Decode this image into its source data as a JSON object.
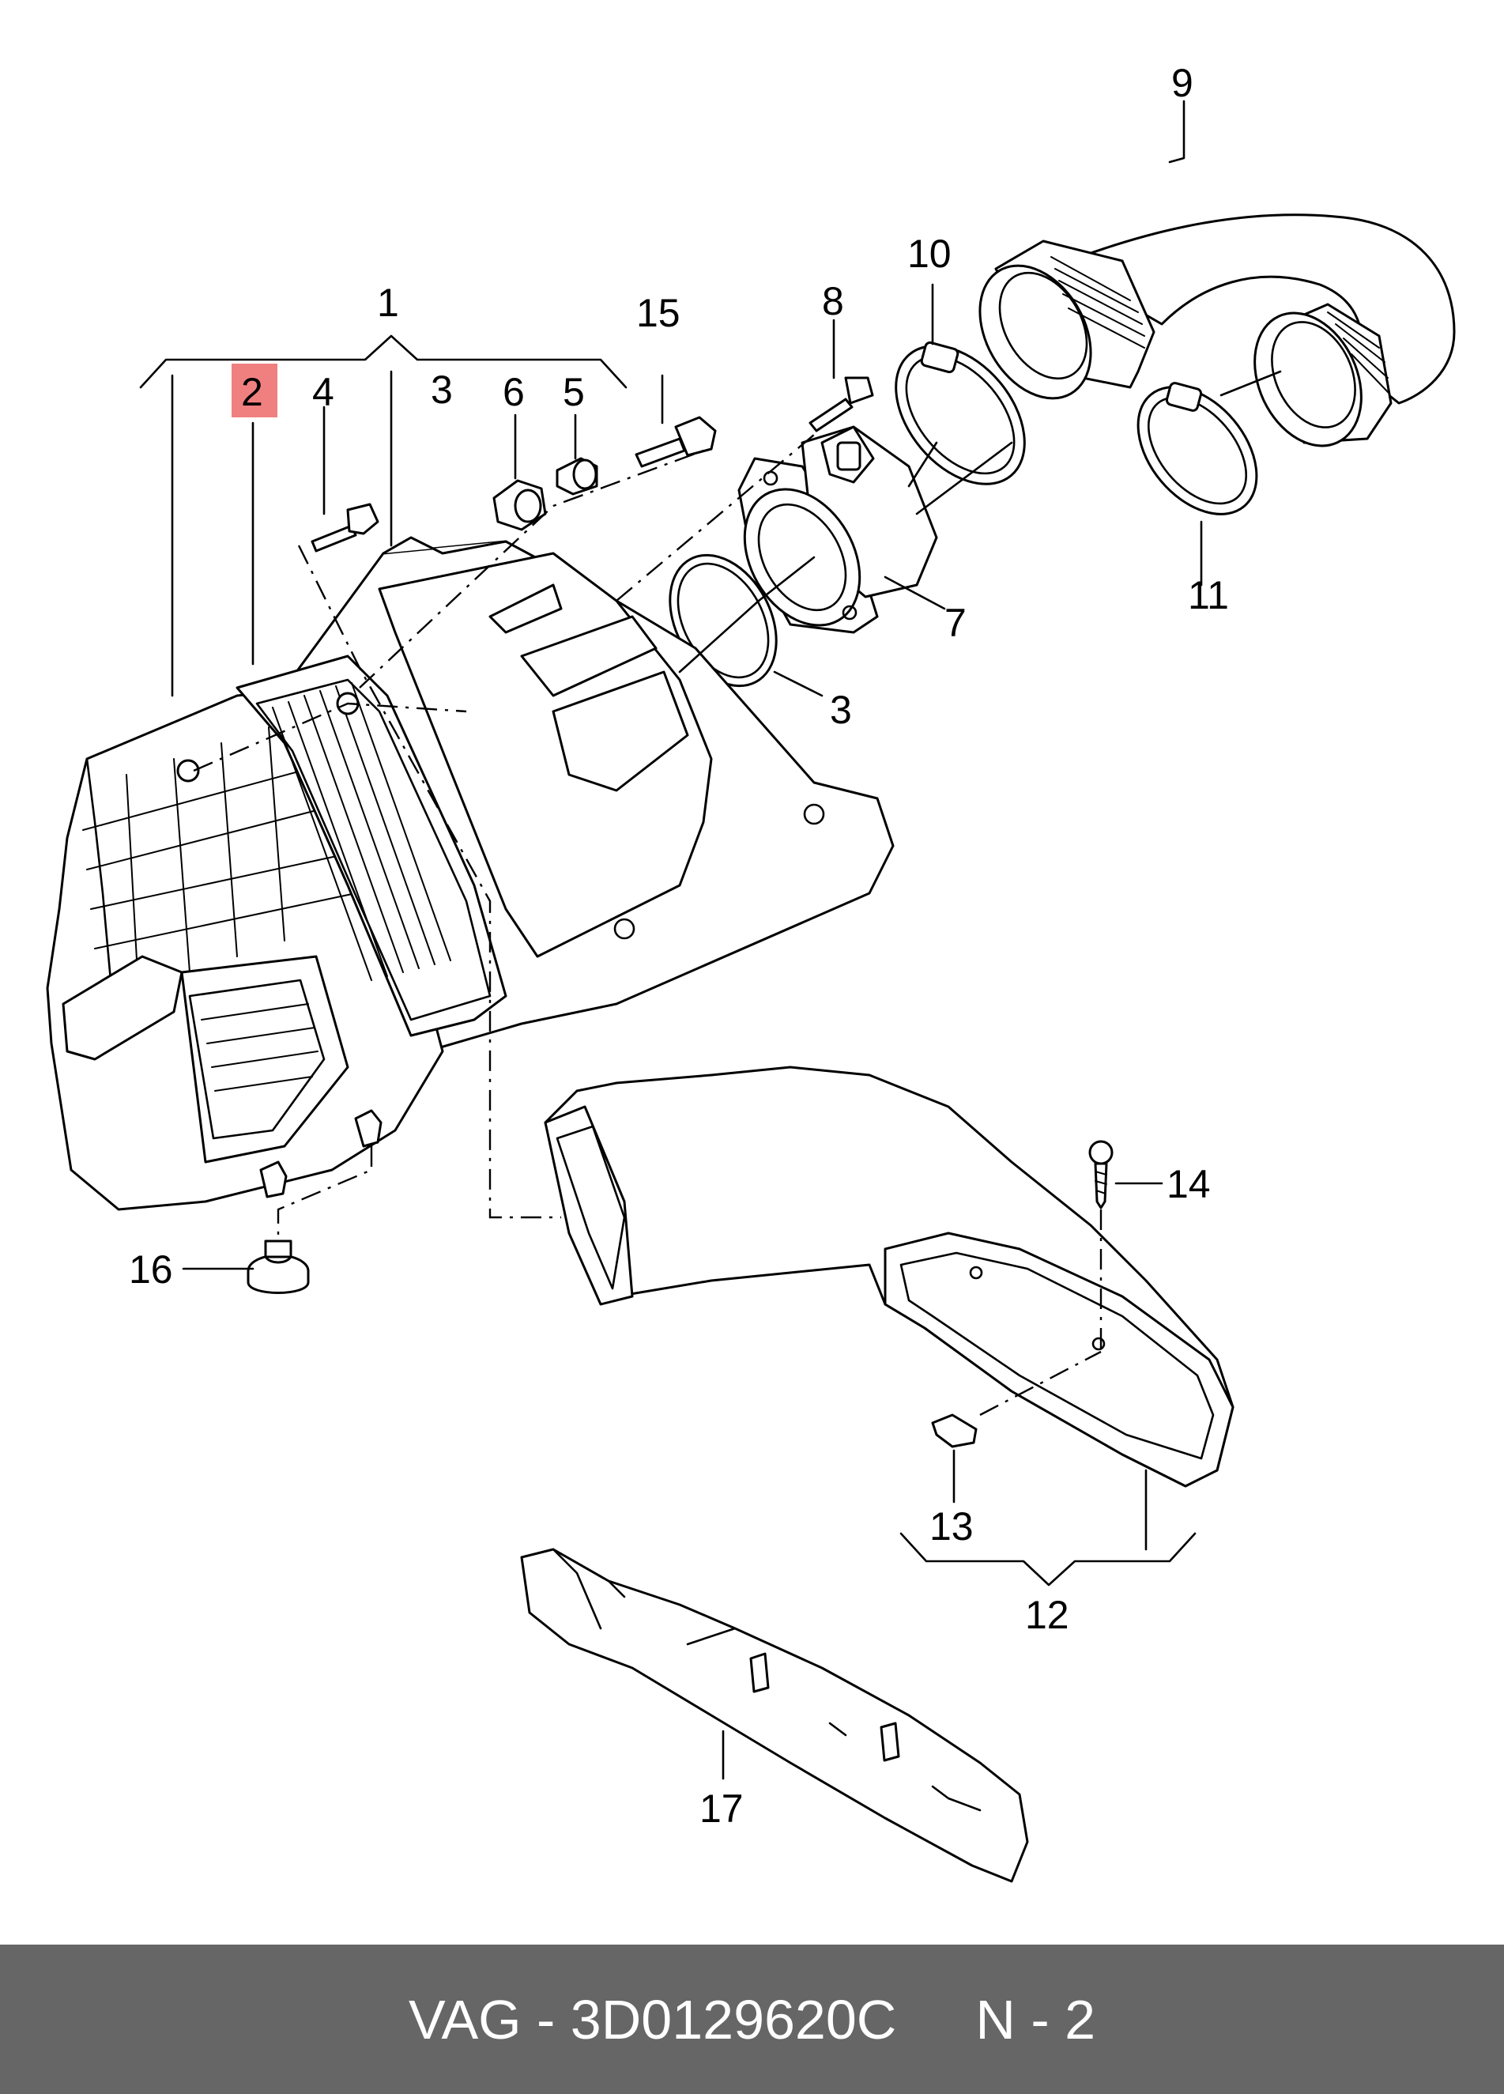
{
  "diagram": {
    "callouts": [
      {
        "id": "1",
        "label": "1"
      },
      {
        "id": "2",
        "label": "2",
        "highlighted": true
      },
      {
        "id": "3a",
        "label": "3"
      },
      {
        "id": "3b",
        "label": "3"
      },
      {
        "id": "4",
        "label": "4"
      },
      {
        "id": "5",
        "label": "5"
      },
      {
        "id": "6",
        "label": "6"
      },
      {
        "id": "7",
        "label": "7"
      },
      {
        "id": "8",
        "label": "8"
      },
      {
        "id": "9",
        "label": "9"
      },
      {
        "id": "10",
        "label": "10"
      },
      {
        "id": "11",
        "label": "11"
      },
      {
        "id": "12",
        "label": "12"
      },
      {
        "id": "13",
        "label": "13"
      },
      {
        "id": "14",
        "label": "14"
      },
      {
        "id": "15",
        "label": "15"
      },
      {
        "id": "16",
        "label": "16"
      },
      {
        "id": "17",
        "label": "17"
      }
    ],
    "highlight_color": "#f08080"
  },
  "footer": {
    "part_ref": "VAG - 3D0129620C",
    "position_ref": "N - 2",
    "background": "#666666"
  }
}
